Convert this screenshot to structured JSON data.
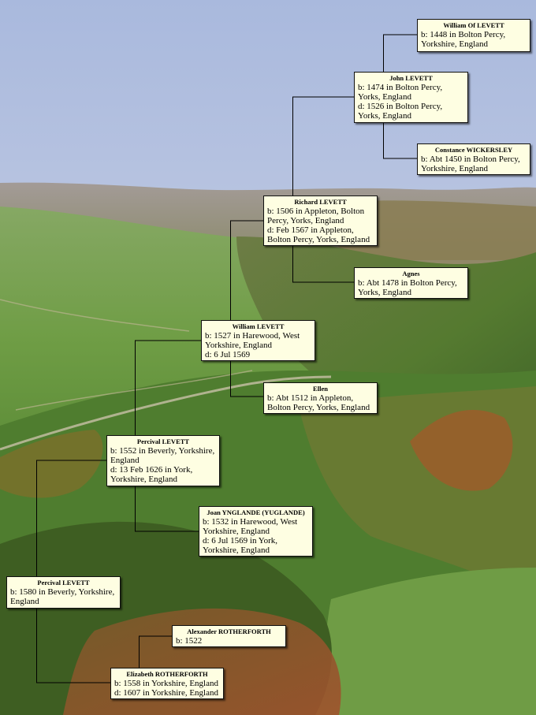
{
  "people": [
    {
      "id": "william_of_levett",
      "name": "William Of LEVETT",
      "lines": [
        "b: 1448 in Bolton Percy, Yorkshire, England"
      ]
    },
    {
      "id": "john_levett",
      "name": "John LEVETT",
      "lines": [
        "b: 1474 in Bolton Percy, Yorks, England",
        "d: 1526 in Bolton Percy, Yorks, England"
      ]
    },
    {
      "id": "constance_wickersley",
      "name": "Constance WICKERSLEY",
      "lines": [
        "b: Abt 1450 in Bolton Percy, Yorkshire, England"
      ]
    },
    {
      "id": "richard_levett",
      "name": "Richard LEVETT",
      "lines": [
        "b: 1506 in Appleton, Bolton Percy, Yorks, England",
        "d: Feb 1567 in Appleton, Bolton Percy, Yorks, England"
      ]
    },
    {
      "id": "agnes",
      "name": "Agnes",
      "lines": [
        "b: Abt 1478 in Bolton Percy, Yorks, England"
      ]
    },
    {
      "id": "william_levett",
      "name": "William LEVETT",
      "lines": [
        "b: 1527 in Harewood, West Yorkshire, England",
        "d: 6 Jul 1569"
      ]
    },
    {
      "id": "ellen",
      "name": "Ellen",
      "lines": [
        "b: Abt 1512 in Appleton, Bolton Percy, Yorks, England"
      ]
    },
    {
      "id": "percival_levett_1552",
      "name": "Percival LEVETT",
      "lines": [
        "b: 1552 in Beverly, Yorkshire, England",
        "d: 13 Feb 1626 in York, Yorkshire, England"
      ]
    },
    {
      "id": "joan_ynglande",
      "name": "Joan YNGLANDE (YUGLANDE)",
      "lines": [
        "b: 1532 in Harewood, West Yorkshire, England",
        "d: 6 Jul 1569 in York, Yorkshire, England"
      ]
    },
    {
      "id": "percival_levett_1580",
      "name": "Percival LEVETT",
      "lines": [
        "b: 1580 in Beverly, Yorkshire, England"
      ]
    },
    {
      "id": "alexander_rotherforth",
      "name": "Alexander ROTHERFORTH",
      "lines": [
        "b: 1522"
      ]
    },
    {
      "id": "elizabeth_rotherforth",
      "name": "Elizabeth ROTHERFORTH",
      "lines": [
        "b: 1558 in Yorkshire, England",
        "d: 1607 in Yorkshire, England"
      ]
    }
  ],
  "relationships": [
    {
      "child": "john_levett",
      "father": "william_of_levett",
      "mother": "constance_wickersley"
    },
    {
      "child": "richard_levett",
      "father": "john_levett",
      "mother": "agnes"
    },
    {
      "child": "william_levett",
      "father": "richard_levett",
      "mother": "ellen"
    },
    {
      "child": "percival_levett_1552",
      "father": "william_levett",
      "mother": "joan_ynglande"
    },
    {
      "child": "percival_levett_1580",
      "father": "percival_levett_1552",
      "mother": "elizabeth_rotherforth"
    }
  ],
  "background": {
    "sky_top": "#aab9db",
    "sky_bottom": "#d8dce8",
    "hill_far": "#9a8f86",
    "grass_light": "#7fae52",
    "grass_dark": "#4f7f33",
    "trees": "#3f5f26",
    "autumn": "#a0522d",
    "bracken": "#8b4a22",
    "wall": "#c8c0a8"
  }
}
